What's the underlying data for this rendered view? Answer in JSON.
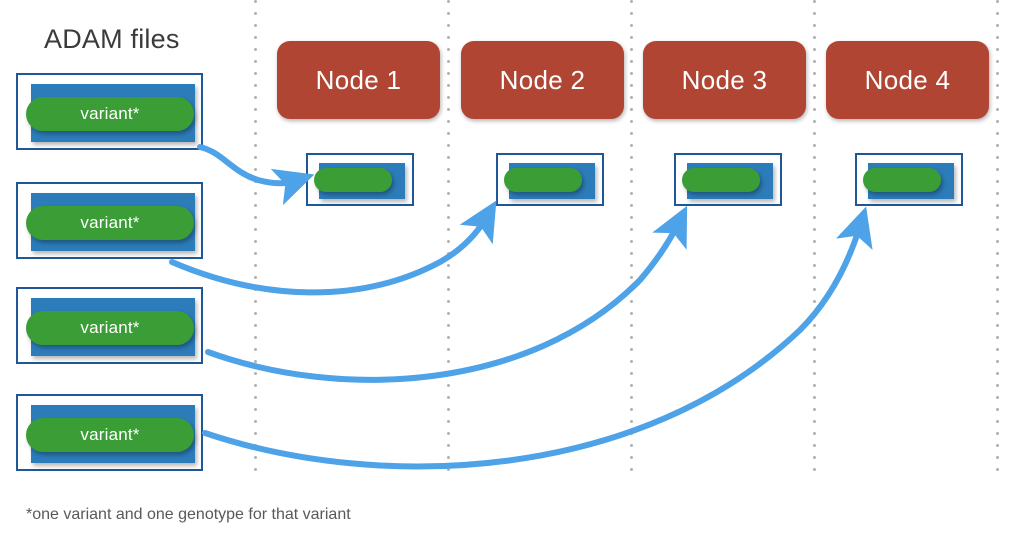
{
  "diagram": {
    "title": "ADAM files",
    "footnote": "*one variant and one genotype for that variant",
    "colors": {
      "node_red": "#b04533",
      "file_blue": "#2c7cba",
      "variant_green": "#3a9d36",
      "card_border_blue": "#1f5799",
      "arrow_blue": "#4da2e8",
      "separator_gray": "#b3b3b3",
      "title_gray": "#3b3b3b",
      "footnote_gray": "#59595b",
      "background": "#ffffff"
    },
    "nodes": [
      {
        "label": "Node 1"
      },
      {
        "label": "Node 2"
      },
      {
        "label": "Node 3"
      },
      {
        "label": "Node 4"
      }
    ],
    "adam_files": [
      {
        "label": "variant*"
      },
      {
        "label": "variant*"
      },
      {
        "label": "variant*"
      },
      {
        "label": "variant*"
      }
    ],
    "node_partitions": [
      {
        "contents": "variant"
      },
      {
        "contents": "variant"
      },
      {
        "contents": "variant"
      },
      {
        "contents": "variant"
      }
    ],
    "arrows": [
      {
        "from": "adam-file-1",
        "to": "node-partition-1"
      },
      {
        "from": "adam-file-2",
        "to": "node-partition-2"
      },
      {
        "from": "adam-file-3",
        "to": "node-partition-3"
      },
      {
        "from": "adam-file-4",
        "to": "node-partition-4"
      }
    ]
  }
}
